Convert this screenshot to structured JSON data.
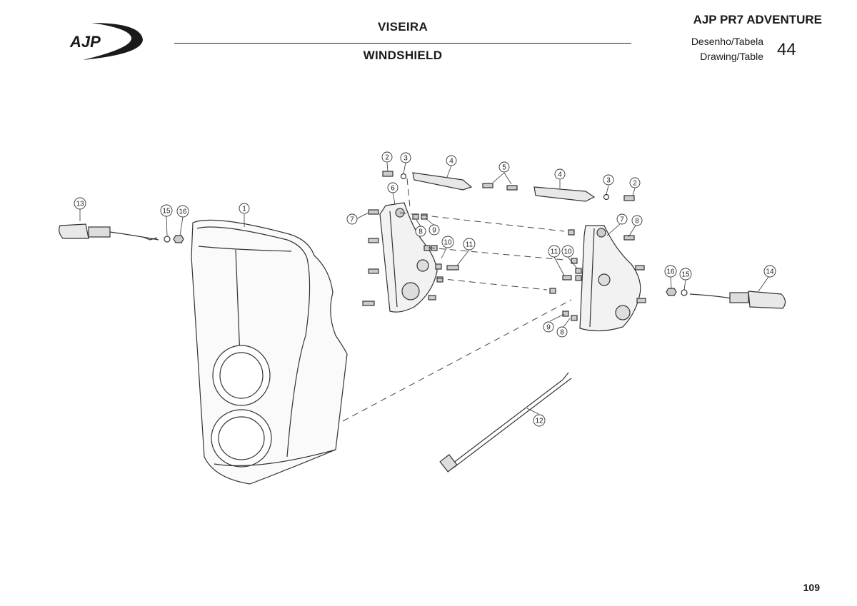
{
  "header": {
    "logo_text": "AJP",
    "title_pt": "VISEIRA",
    "title_en": "WINDSHIELD",
    "model": "AJP PR7 ADVENTURE",
    "drawing_label_pt": "Desenho/Tabela",
    "drawing_label_en": "Drawing/Table",
    "drawing_number": "44"
  },
  "footer": {
    "page_number": "109"
  },
  "callouts": {
    "c1": "1",
    "c2a": "2",
    "c2b": "2",
    "c3a": "3",
    "c3b": "3",
    "c4a": "4",
    "c4b": "4",
    "c5": "5",
    "c6": "6",
    "c7a": "7",
    "c7b": "7",
    "c8a": "8",
    "c8b": "8",
    "c8c": "8",
    "c9a": "9",
    "c9b": "9",
    "c10a": "10",
    "c10b": "10",
    "c11a": "11",
    "c11b": "11",
    "c12": "12",
    "c13": "13",
    "c14": "14",
    "c15a": "15",
    "c15b": "15",
    "c16a": "16",
    "c16b": "16"
  }
}
